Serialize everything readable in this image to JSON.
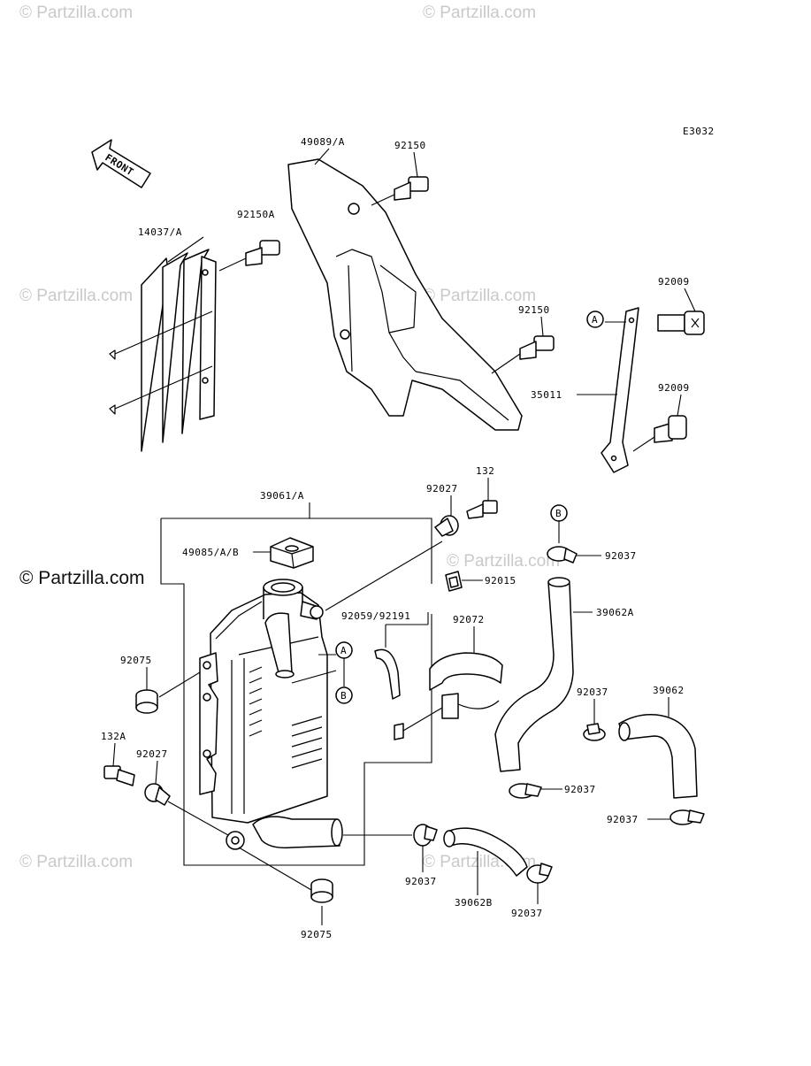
{
  "diagram_code": "E3032",
  "front_label": "FRONT",
  "watermark": "© Partzilla.com",
  "watermark_main": "© Partzilla.com",
  "parts": {
    "p49089": "49089/A",
    "p92150_top": "92150",
    "p92150A": "92150A",
    "p14037": "14037/A",
    "p92150_mid": "92150",
    "p92009_top": "92009",
    "p35011": "35011",
    "p92009_bot": "92009",
    "p39061": "39061/A",
    "p92027_top": "92027",
    "p132": "132",
    "p49085": "49085/A/B",
    "p92037_b": "92037",
    "p92015": "92015",
    "p92059": "92059/92191",
    "p92072": "92072",
    "p39062A": "39062A",
    "p92075_top": "92075",
    "p92037_mid": "92037",
    "p39062": "39062",
    "p132A": "132A",
    "p92027_bot": "92027",
    "p92037_lower": "92037",
    "p92037_right": "92037",
    "p92037_bl": "92037",
    "p39062B": "39062B",
    "p92037_br": "92037",
    "p92075_bot": "92075"
  },
  "refs": {
    "a1": "A",
    "a2": "A",
    "b1": "B",
    "b2": "B"
  }
}
